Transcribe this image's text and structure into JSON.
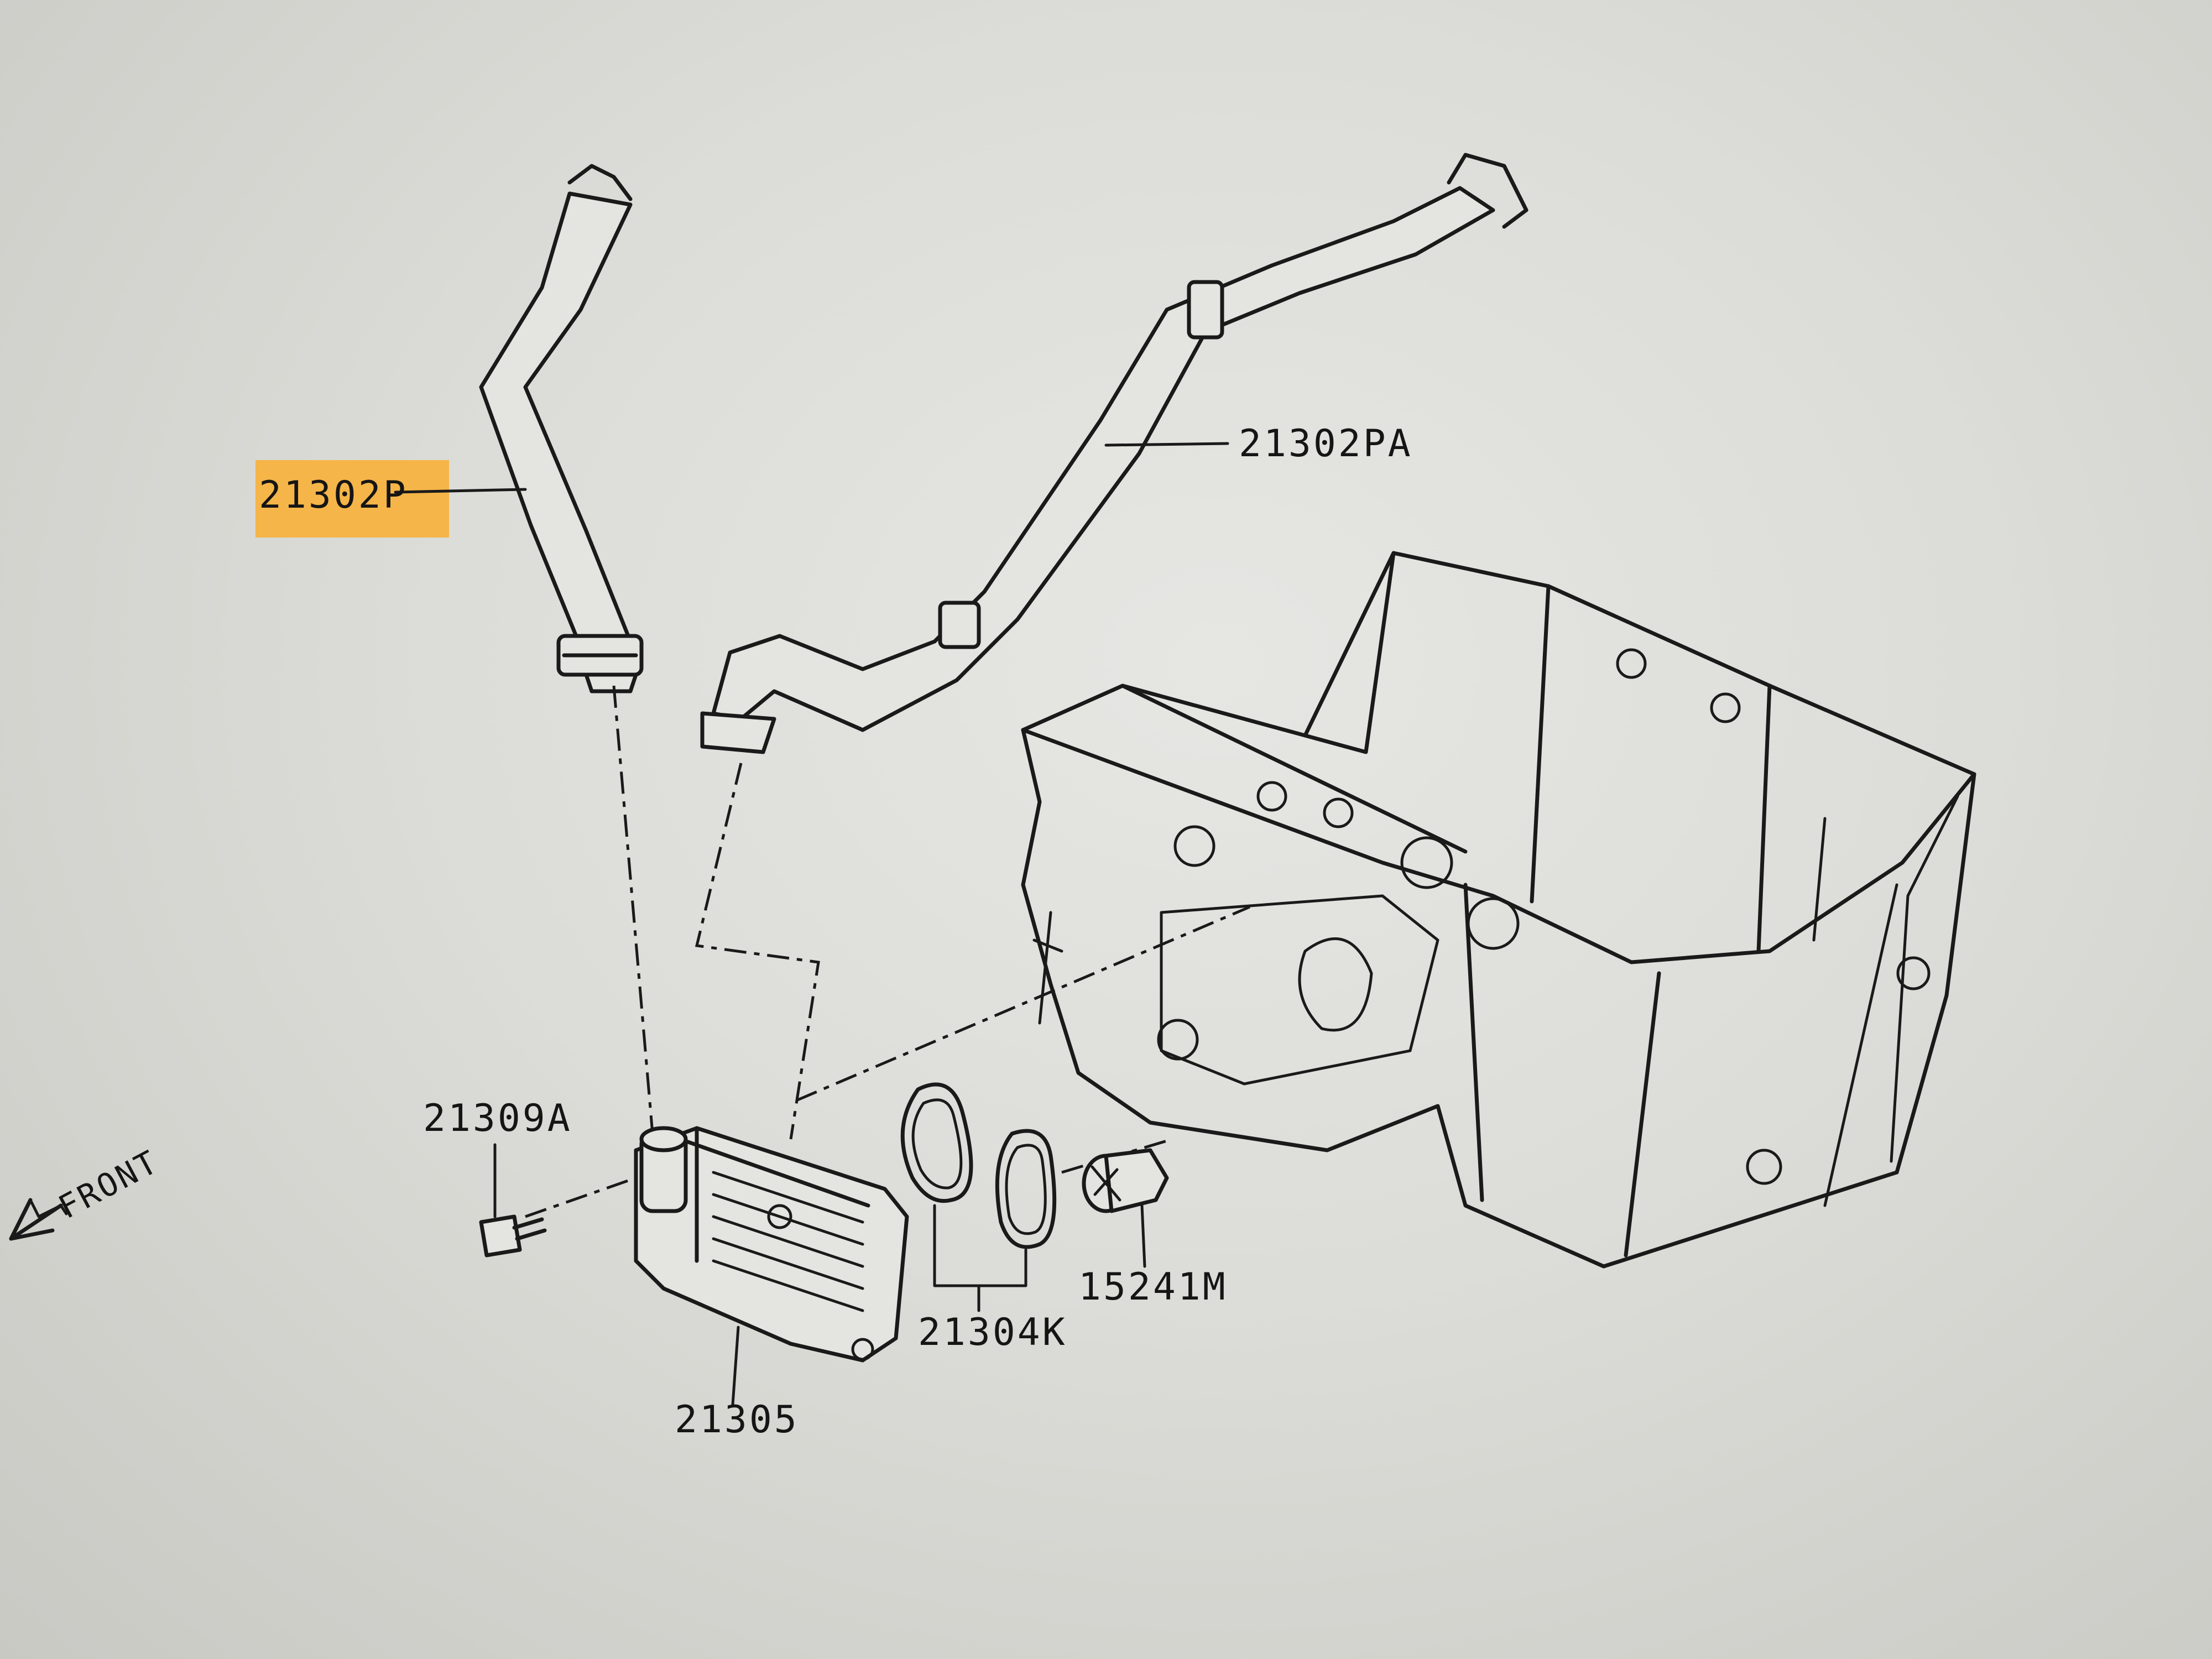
{
  "diagram": {
    "highlight_color": "#f5b548",
    "line_color": "#1a1a1a",
    "labels": {
      "hose_left": "21302P",
      "hose_right": "21302PA",
      "bolt": "21309A",
      "cooler": "21305",
      "gaskets": "21304K",
      "connector": "15241M",
      "front": "FRONT"
    },
    "highlighted_part": "21302P"
  }
}
